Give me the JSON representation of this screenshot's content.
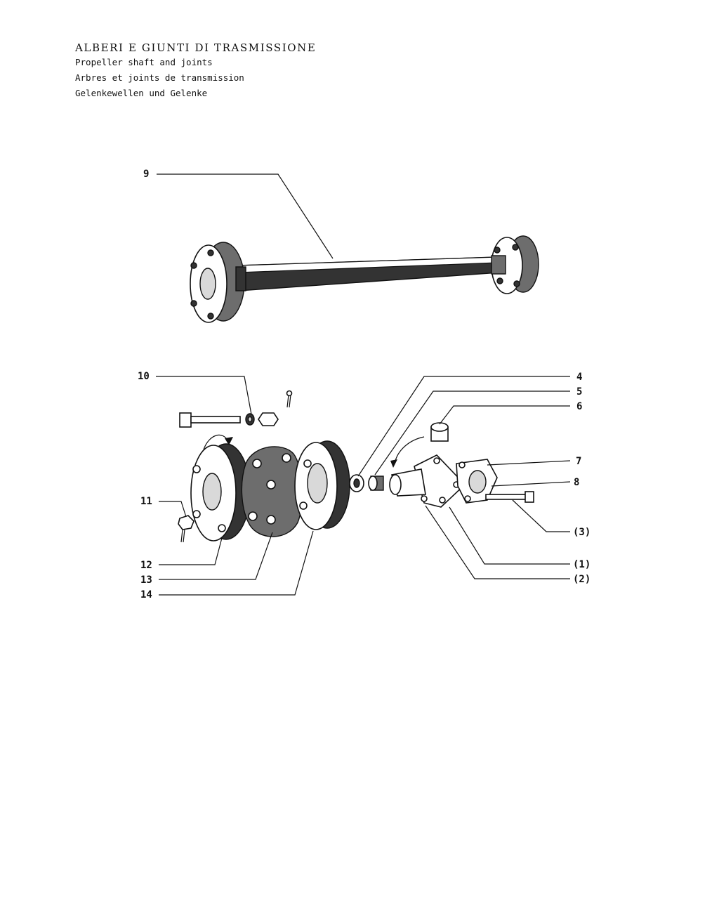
{
  "header": {
    "title_it": "ALBERI E GIUNTI DI TRASMISSIONE",
    "title_en": "Propeller shaft and joints",
    "title_fr": "Arbres et joints de transmission",
    "title_de": "Gelenkewellen und Gelenke"
  },
  "callouts": {
    "c1": "(1)",
    "c2": "(2)",
    "c3": "(3)",
    "c4": "4",
    "c5": "5",
    "c6": "6",
    "c7": "7",
    "c8": "8",
    "c9": "9",
    "c10": "10",
    "c11": "11",
    "c12": "12",
    "c13": "13",
    "c14": "14"
  }
}
